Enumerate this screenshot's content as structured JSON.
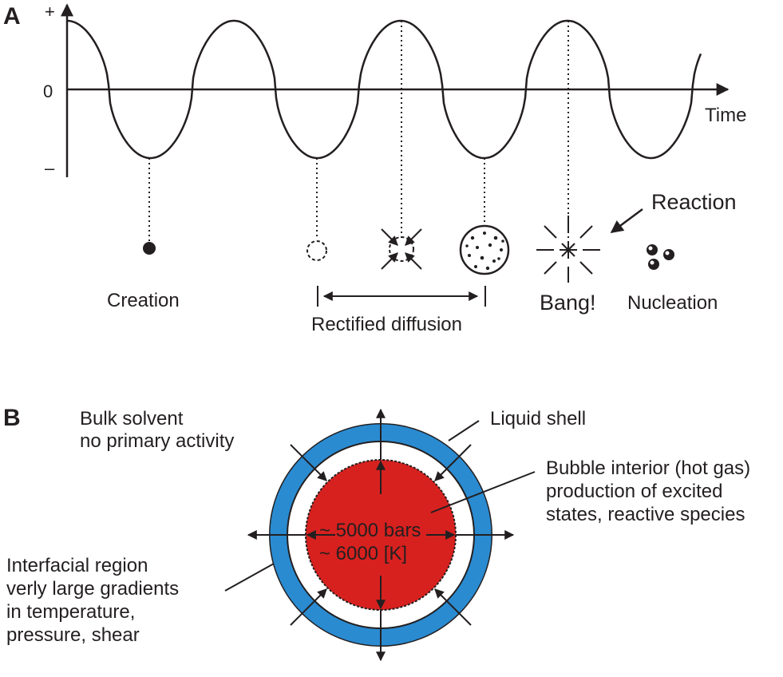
{
  "panel_a": {
    "letter": "A",
    "y_plus": "+",
    "y_zero": "0",
    "y_minus": "–",
    "x_axis": "Time",
    "creation": "Creation",
    "rectified_diffusion": "Rectified diffusion",
    "bang": "Bang!",
    "reaction": "Reaction",
    "nucleation": "Nucleation"
  },
  "panel_b": {
    "letter": "B",
    "bulk_solvent": [
      "Bulk solvent",
      "no primary activity"
    ],
    "liquid_shell": "Liquid shell",
    "bubble_interior": [
      "Bubble interior (hot gas)",
      "production of excited",
      "states, reactive species"
    ],
    "interfacial": [
      "Interfacial region",
      "verly large gradients",
      "in temperature,",
      "pressure, shear"
    ],
    "core_pressure": "~ 5000 bars",
    "core_temperature": "~ 6000 [K]"
  },
  "colors": {
    "shell": "#2a8bd1",
    "core": "#d7211f",
    "ink": "#231f20"
  }
}
